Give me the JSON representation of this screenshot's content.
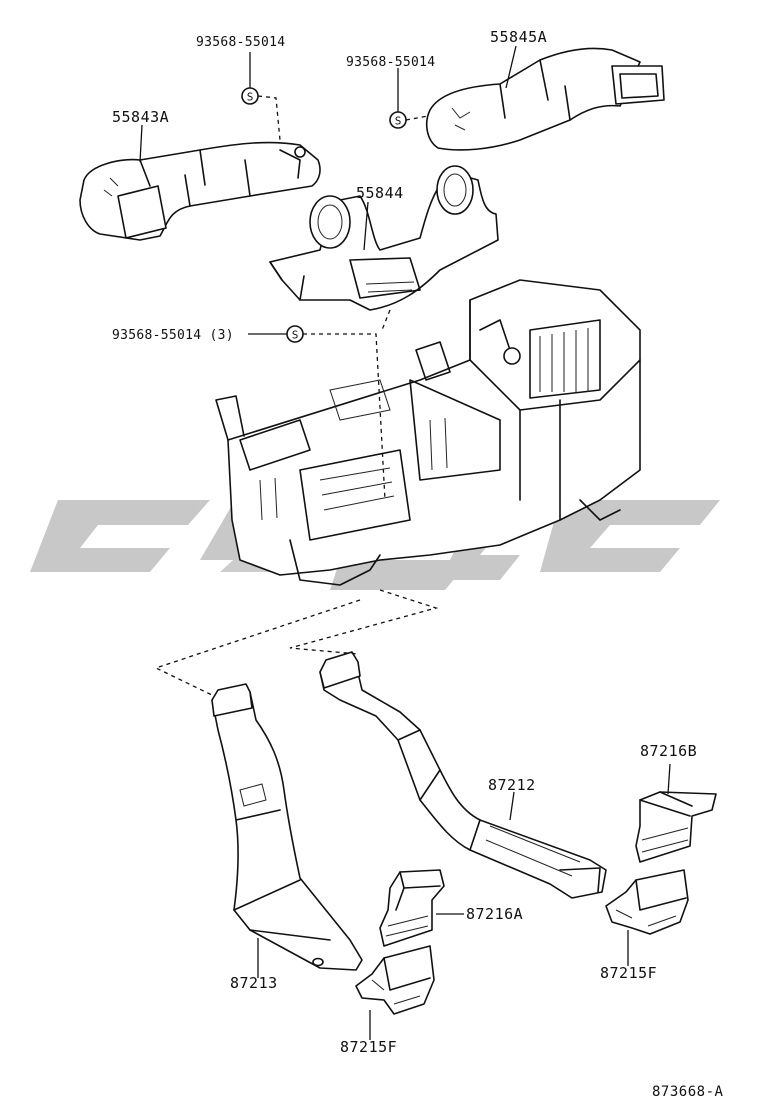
{
  "diagram": {
    "watermark_color": "#c8c8c8",
    "line_color": "#111111",
    "background": "#ffffff",
    "labels": {
      "fastener_top_left": "93568-55014",
      "fastener_top_right": "93568-55014",
      "fastener_mid": "93568-55014 (3)",
      "duct_left_upper": "55843A",
      "duct_right_upper": "55845A",
      "duct_center_upper": "55844",
      "duct_center_lower": "87212",
      "duct_left_lower": "87213",
      "vent_b": "87216B",
      "vent_a": "87216A",
      "outlet_right": "87215F",
      "outlet_left": "87215F",
      "drawing_code": "873668-A"
    },
    "fastener_symbol": "S"
  }
}
